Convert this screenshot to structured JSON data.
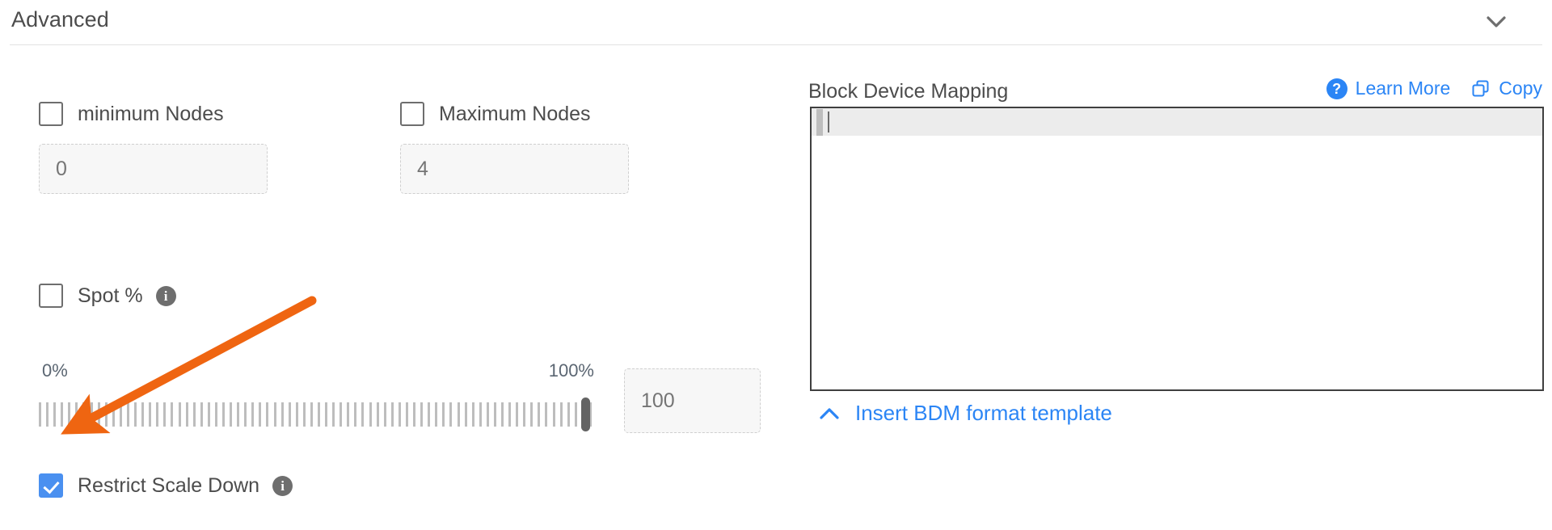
{
  "section": {
    "title": "Advanced",
    "collapse_icon": "chevron-down-icon"
  },
  "left": {
    "min_nodes": {
      "label": "minimum Nodes",
      "checked": false,
      "input_placeholder": "0",
      "input_value": ""
    },
    "max_nodes": {
      "label": "Maximum Nodes",
      "checked": false,
      "input_placeholder": "4",
      "input_value": ""
    },
    "spot": {
      "label": "Spot %",
      "checked": false,
      "info_icon": "info-icon",
      "info_glyph": "i"
    },
    "slider": {
      "min_label": "0%",
      "max_label": "100%",
      "value": 100,
      "value_input_placeholder": "100",
      "value_input_value": "",
      "tick_count": 76
    },
    "restrict_scale_down": {
      "label": "Restrict Scale Down",
      "checked": true,
      "info_icon": "info-icon",
      "info_glyph": "i"
    }
  },
  "right": {
    "title": "Block Device Mapping",
    "learn_more": {
      "label": "Learn More",
      "icon": "question-circle-icon",
      "icon_glyph": "?"
    },
    "copy": {
      "label": "Copy",
      "icon": "copy-icon"
    },
    "editor": {
      "content": "",
      "active_line": 1
    },
    "insert_template": {
      "label": "Insert BDM format template",
      "icon": "chevron-up-icon"
    }
  },
  "annotation": {
    "type": "arrow",
    "color": "#ef6511",
    "points_at": "restrict-scale-down-checkbox"
  },
  "colors": {
    "accent_blue": "#2b85f5",
    "checkbox_blue": "#4a90f0",
    "annotation_orange": "#ef6511",
    "text": "#4c4c4c",
    "muted": "#9b9b9b"
  }
}
